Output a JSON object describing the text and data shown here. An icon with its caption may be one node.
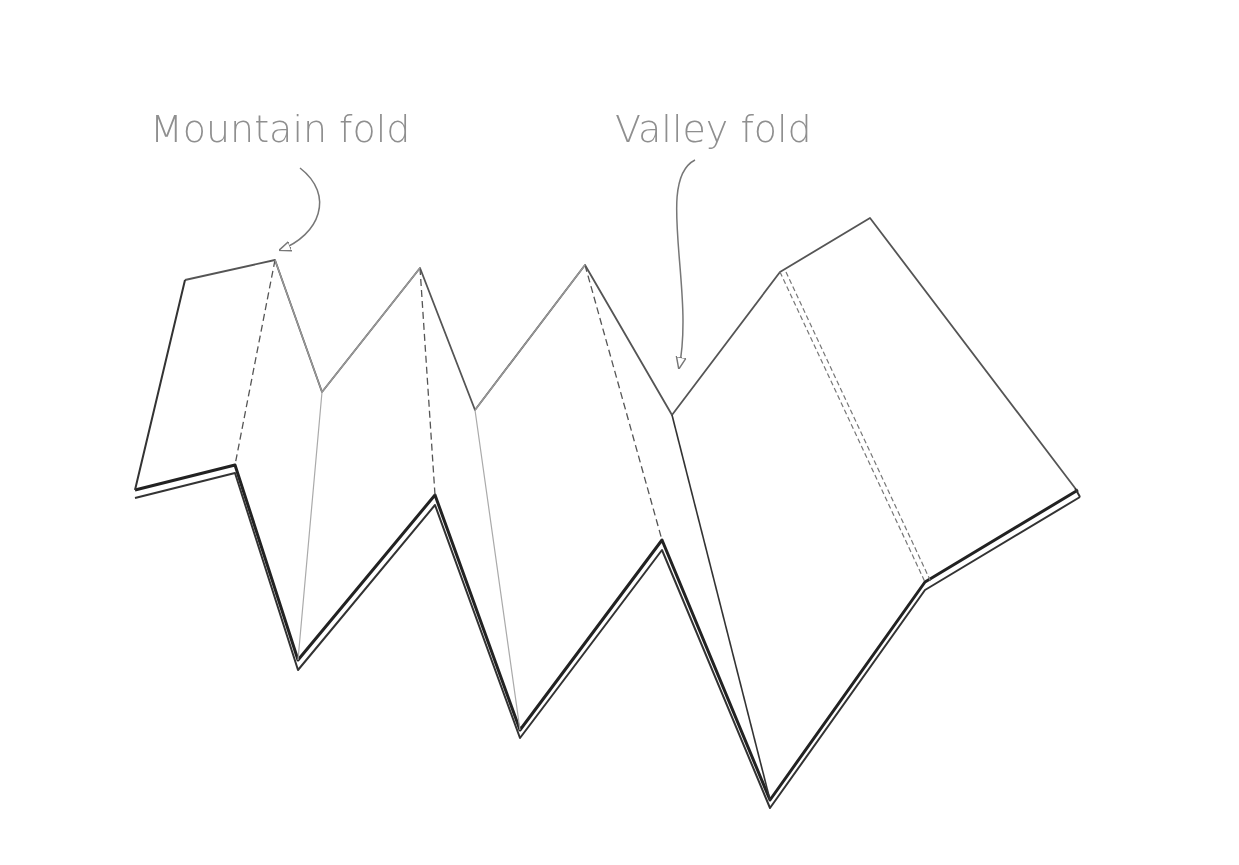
{
  "diagram": {
    "nodes": [
      {
        "text": [
          "Mountain fold"
        ]
      },
      {
        "text": [
          "Valley fold"
        ]
      }
    ],
    "edges": [
      {
        "from": 0,
        "to": null,
        "arrow": "to"
      },
      {
        "from": 1,
        "to": null,
        "arrow": "to"
      }
    ]
  }
}
